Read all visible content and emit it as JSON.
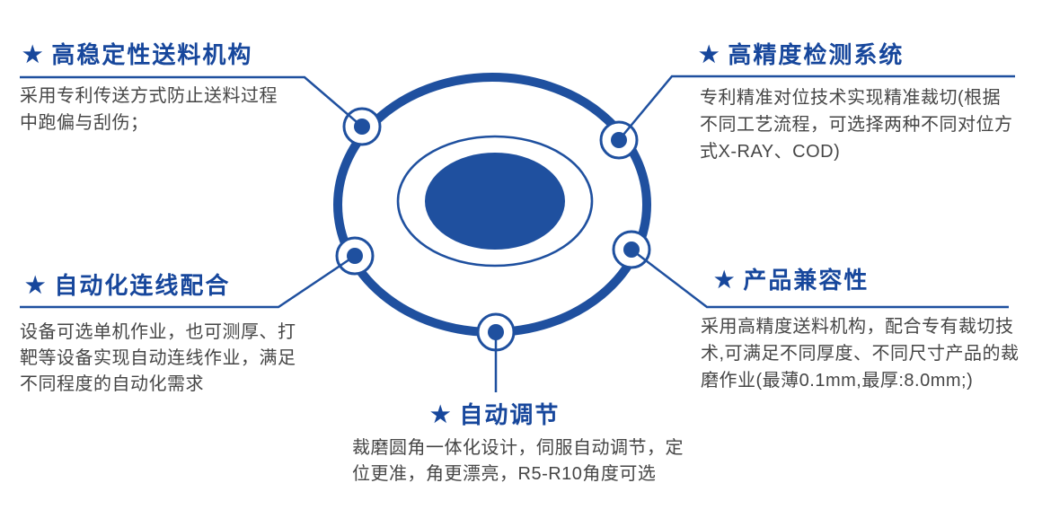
{
  "icons": {
    "star": "★"
  },
  "colors": {
    "title_blue": "#17479c",
    "graphic_blue": "#1f509f",
    "body_gray": "#464646"
  },
  "features": {
    "top_left": {
      "title": "高稳定性送料机构",
      "body": "采用专利传送方式防止送料过程\n中跑偏与刮伤；"
    },
    "top_right": {
      "title": "高精度检测系统",
      "body": "专利精准对位技术实现精准裁切(根据\n不同工艺流程，可选择两种不同对位方\n式X-RAY、COD)"
    },
    "mid_left": {
      "title": "自动化连线配合",
      "body": "设备可选单机作业，也可测厚、打\n靶等设备实现自动连线作业，满足\n不同程度的自动化需求"
    },
    "mid_right": {
      "title": "产品兼容性",
      "body": "采用高精度送料机构，配合专有裁切技\n术,可满足不同厚度、不同尺寸产品的裁\n磨作业(最薄0.1mm,最厚:8.0mm;)"
    },
    "bottom": {
      "title": "自动调节",
      "body": "裁磨圆角一体化设计，伺服自动调节，定\n位更准，角更漂亮，R5-R10角度可选"
    }
  }
}
